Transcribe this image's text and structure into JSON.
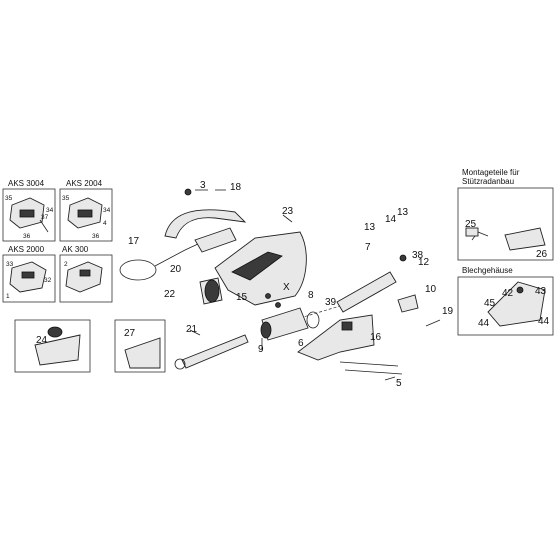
{
  "insets": {
    "aks3004": "AKS 3004",
    "aks2004": "AKS 2004",
    "aks2000": "AKS 2000",
    "ak300": "AK 300",
    "montage_title_1": "Montageteile für",
    "montage_title_2": "Stützradanbau",
    "blech_title": "Blechgehäuse"
  },
  "callouts": {
    "n3": "3",
    "n18": "18",
    "n23": "23",
    "n13a": "13",
    "n14": "14",
    "n13b": "13",
    "n38": "38",
    "n7": "7",
    "n12": "12",
    "n17": "17",
    "n20": "20",
    "n8": "8",
    "n22": "22",
    "n15": "15",
    "nx": "X",
    "n10": "10",
    "n19": "19",
    "n39": "39",
    "n21": "21",
    "n6": "6",
    "n16": "16",
    "n9": "9",
    "n5": "5",
    "n25": "25",
    "n26": "26",
    "n42": "42",
    "n43": "43",
    "n45": "45",
    "n44a": "44",
    "n44b": "44",
    "n24": "24",
    "n27": "27",
    "i35a": "35",
    "i34a": "34",
    "i37": "37",
    "i36a": "36",
    "i35b": "35",
    "i34b": "34",
    "i36b": "36",
    "i4": "4",
    "i33": "33",
    "i32": "32",
    "i1": "1",
    "i2": "2"
  }
}
